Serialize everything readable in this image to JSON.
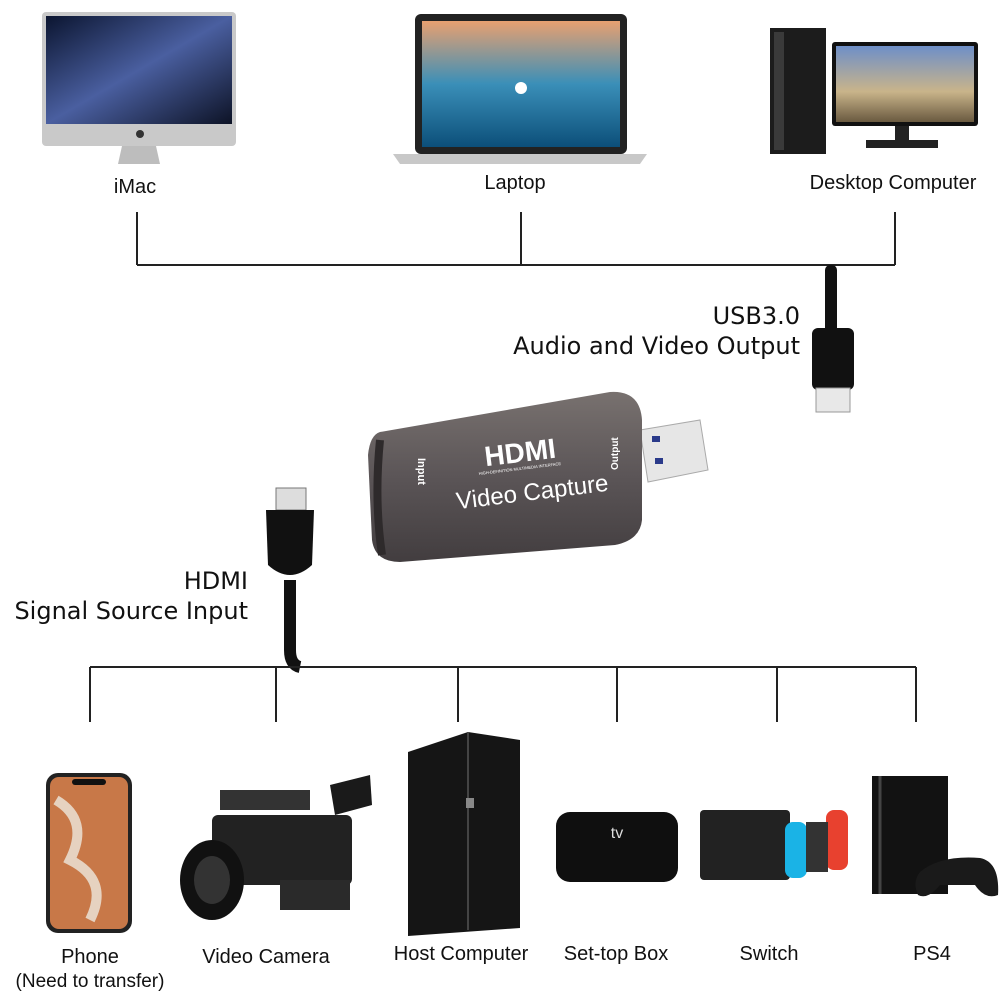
{
  "top_devices": [
    {
      "label": "iMac"
    },
    {
      "label": "Laptop"
    },
    {
      "label": "Desktop Computer"
    }
  ],
  "usb_output": {
    "line1": "USB3.0",
    "line2": "Audio and Video Output"
  },
  "hdmi_input": {
    "line1": "HDMI",
    "line2": "Signal Source Input"
  },
  "capture_device": {
    "brand": "HDMI",
    "brand_sub": "HIGH-DEFINITION MULTIMEDIA INTERFACE",
    "name": "Video Capture",
    "input_label": "Input",
    "output_label": "Output"
  },
  "bottom_devices": [
    {
      "label": "Phone",
      "note": "(Need to transfer)"
    },
    {
      "label": "Video Camera"
    },
    {
      "label": "Host Computer"
    },
    {
      "label": "Set-top Box"
    },
    {
      "label": "Switch"
    },
    {
      "label": "PS4"
    }
  ],
  "colors": {
    "line": "#222222",
    "device": "#5b5557"
  }
}
